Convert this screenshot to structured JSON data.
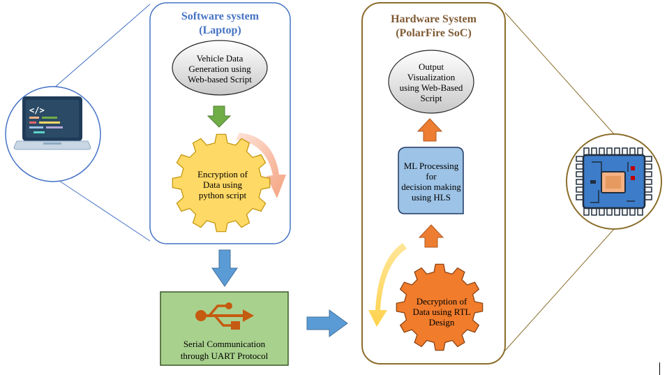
{
  "software": {
    "title_line1": "Software system",
    "title_line2": "(Laptop)",
    "step1": [
      "Vehicle  Data",
      "Generation using",
      "Web-based Script"
    ],
    "step2": [
      "Encryption of",
      "Data using",
      "python script"
    ]
  },
  "serial": {
    "lines": [
      "Serial  Communication",
      "through  UART  Protocol"
    ]
  },
  "hardware": {
    "title_line1": "Hardware System",
    "title_line2": "(PolarFire SoC)",
    "step1": [
      "Output",
      "Visualization",
      "using Web-Based",
      "Script"
    ],
    "step2": [
      "ML Processing",
      "for",
      "decision making",
      "using HLS"
    ],
    "step3": [
      "Decryption of",
      "Data using RTL",
      "Design"
    ]
  },
  "icons": {
    "laptop": "laptop-code-icon",
    "chip": "microchip-icon",
    "usb": "usb-icon"
  },
  "colors": {
    "software_border": "#4472c4",
    "hardware_border": "#8b6d2b",
    "gear_yellow": "#ffd966",
    "gear_orange": "#f07c2c",
    "serial_fill": "#a9d18e",
    "ml_fill": "#9dc3e6",
    "arrow_blue": "#5b9bd5",
    "arrow_green": "#70ad47",
    "arrow_orange": "#ed7d31"
  }
}
